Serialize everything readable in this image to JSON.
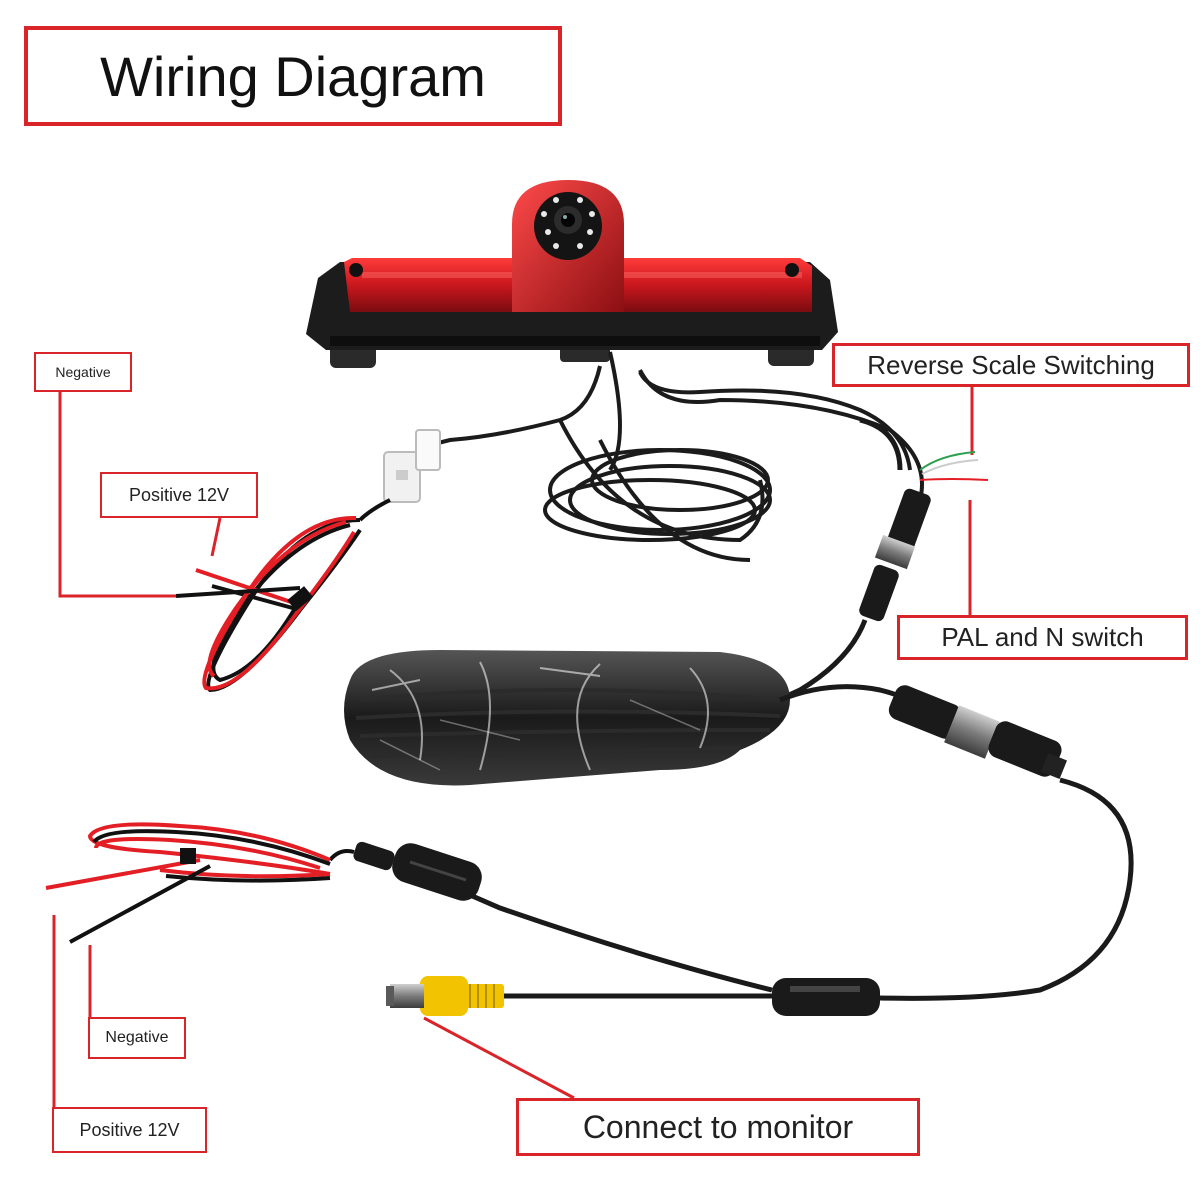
{
  "title": "Wiring Diagram",
  "labels": {
    "negative_top": "Negative",
    "positive_top": "Positive 12V",
    "reverse_scale": "Reverse Scale Switching",
    "pal_n": "PAL and N switch",
    "negative_bottom": "Negative",
    "positive_bottom": "Positive 12V",
    "connect_monitor": "Connect to monitor"
  },
  "colors": {
    "label_border": "#d9252a",
    "lamp_red": "#c9171d",
    "housing": "#1c1c1c",
    "wire_red": "#e31e24",
    "wire_black": "#111111",
    "rca_yellow": "#f2c300",
    "wire_green": "#2e9e4f"
  },
  "icons": {
    "camera": "rear-camera-brake-light",
    "rca": "rca-connector",
    "aviation": "aviation-connector"
  }
}
